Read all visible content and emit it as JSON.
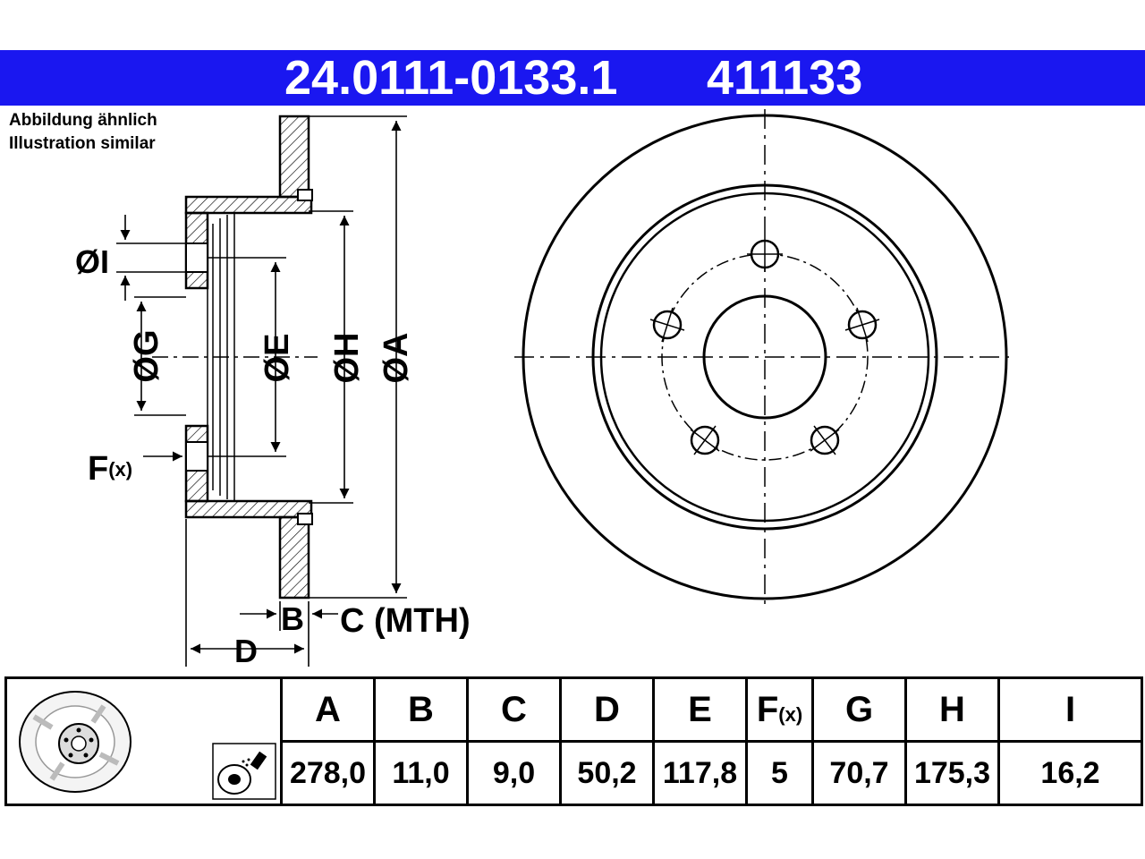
{
  "header": {
    "part_number": "24.0111-0133.1",
    "ref_number": "411133",
    "background": "#1a17f0"
  },
  "note": {
    "line1": "Abbildung ähnlich",
    "line2": "Illustration similar"
  },
  "diagram_labels": {
    "I": "ØI",
    "G": "ØG",
    "E": "ØE",
    "H": "ØH",
    "A": "ØA",
    "F": "F",
    "F_sub": "(x)",
    "B": "B",
    "C": "C (MTH)",
    "D": "D"
  },
  "table": {
    "headers": [
      "A",
      "B",
      "C",
      "D",
      "E",
      "F",
      "G",
      "H",
      "I"
    ],
    "f_suffix": "(x)",
    "values": [
      "278,0",
      "11,0",
      "9,0",
      "50,2",
      "117,8",
      "5",
      "70,7",
      "175,3",
      "16,2"
    ]
  },
  "icons": [
    "brake-disc-thumbnail-icon",
    "spray-cleaning-icon"
  ]
}
